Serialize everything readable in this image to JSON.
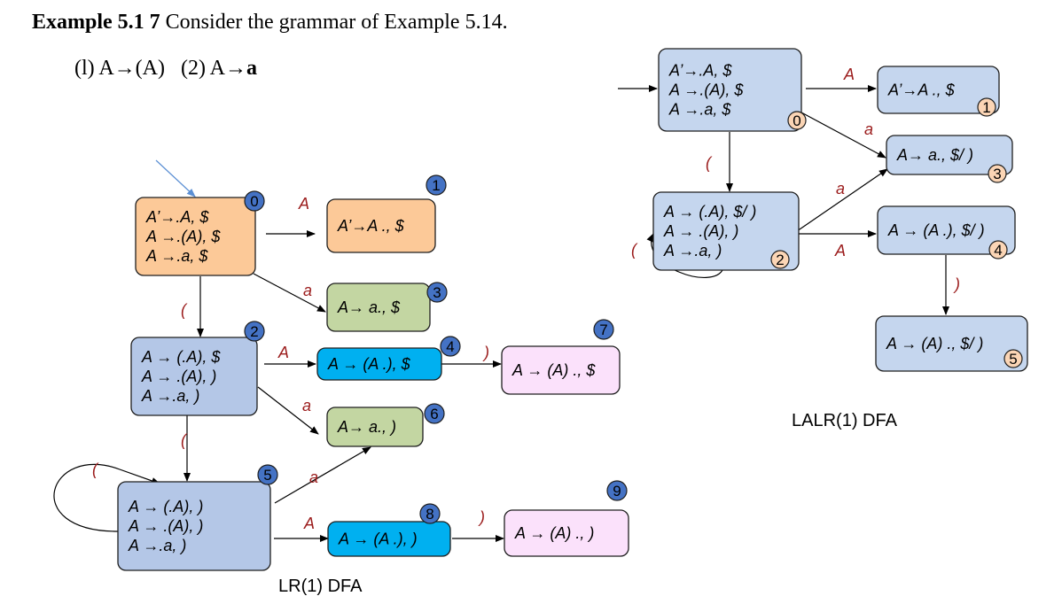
{
  "heading": {
    "prefix": "Example 5.1 7",
    "text": " Consider the grammar of Example 5.14."
  },
  "grammar": {
    "rule1": "(l) A→(A)",
    "rule2_prefix": "(2) A→",
    "rule2_bold": "a"
  },
  "colors": {
    "state0": "#fcc998",
    "state1": "#fcc998",
    "green": "#c3d6a2",
    "blue": "#b4c7e7",
    "cyan": "#00b0f0",
    "pink": "#fbe1fb",
    "lalr": "#c5d6ee",
    "badge_dark": "#4472c4",
    "badge_light": "#fbd5b5",
    "edge_label": "#9b1c1c"
  },
  "lr1": {
    "caption": "LR(1) DFA",
    "states": [
      {
        "id": "0",
        "lines": [
          "A’→.A,  $",
          "A →.(A), $",
          "A →.a, $"
        ]
      },
      {
        "id": "1",
        "lines": [
          "A’→A .,   $"
        ]
      },
      {
        "id": "2",
        "lines": [
          "A → (.A), $",
          "A → .(A), )",
          "A →.a, )"
        ]
      },
      {
        "id": "3",
        "lines": [
          "A→ a.,   $"
        ]
      },
      {
        "id": "4",
        "lines": [
          "A → (A .), $"
        ]
      },
      {
        "id": "5",
        "lines": [
          "A → (.A), )",
          "A → .(A), )",
          "A →.a, )"
        ]
      },
      {
        "id": "6",
        "lines": [
          "A→ a.,   )"
        ]
      },
      {
        "id": "7",
        "lines": [
          "A → (A) ., $"
        ]
      },
      {
        "id": "8",
        "lines": [
          "A → (A .), )"
        ]
      },
      {
        "id": "9",
        "lines": [
          "A → (A) ., )"
        ]
      }
    ],
    "edges": [
      {
        "from": "0",
        "to": "1",
        "label": "A"
      },
      {
        "from": "0",
        "to": "3",
        "label": "a"
      },
      {
        "from": "0",
        "to": "2",
        "label": "("
      },
      {
        "from": "2",
        "to": "4",
        "label": "A"
      },
      {
        "from": "2",
        "to": "6",
        "label": "a"
      },
      {
        "from": "2",
        "to": "5",
        "label": "("
      },
      {
        "from": "4",
        "to": "7",
        "label": ")"
      },
      {
        "from": "5",
        "to": "5",
        "label": "("
      },
      {
        "from": "5",
        "to": "6",
        "label": "a"
      },
      {
        "from": "5",
        "to": "8",
        "label": "A"
      },
      {
        "from": "8",
        "to": "9",
        "label": ")"
      }
    ]
  },
  "lalr": {
    "caption": "LALR(1) DFA",
    "states": [
      {
        "id": "0",
        "lines": [
          "A’→.A,  $",
          "A →.(A), $",
          "A →.a, $"
        ]
      },
      {
        "id": "1",
        "lines": [
          "A’→A .,   $"
        ]
      },
      {
        "id": "2",
        "lines": [
          "A → (.A), $/ )",
          "A → .(A), )",
          "A →.a, )"
        ]
      },
      {
        "id": "3",
        "lines": [
          "A→ a.,   $/ )"
        ]
      },
      {
        "id": "4",
        "lines": [
          "A → (A .), $/ )"
        ]
      },
      {
        "id": "5",
        "lines": [
          "A → (A) ., $/ )"
        ]
      }
    ],
    "edges": [
      {
        "from": "0",
        "to": "1",
        "label": "A"
      },
      {
        "from": "0",
        "to": "3",
        "label": "a"
      },
      {
        "from": "0",
        "to": "2",
        "label": "("
      },
      {
        "from": "2",
        "to": "2",
        "label": "("
      },
      {
        "from": "2",
        "to": "3",
        "label": "a"
      },
      {
        "from": "2",
        "to": "4",
        "label": "A"
      },
      {
        "from": "4",
        "to": "5",
        "label": ")"
      }
    ]
  }
}
